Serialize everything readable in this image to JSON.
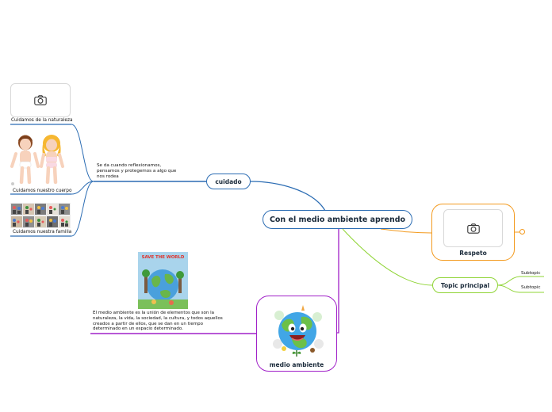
{
  "central_topic": "Con el medio ambiente aprendo",
  "cuidado": {
    "label": "cuidado",
    "description": "Se da cuando reflexionamos, pensamos y protegemos a algo que nos rodea",
    "children": [
      {
        "label": "Cuidamos de la naturaleza",
        "icon": "camera-icon"
      },
      {
        "label": "Cuidamos nuestro cuerpo",
        "icon": "children-illustration"
      },
      {
        "label": "Cuidamos nuestra familia",
        "icon": "family-photos"
      }
    ]
  },
  "respeto": {
    "label": "Respeto",
    "icon": "camera-icon"
  },
  "topic_principal": {
    "label": "Topic principal",
    "subtopics": [
      "Subtopic",
      "Subtopic"
    ]
  },
  "medio_ambiente": {
    "label": "medio ambiente",
    "description": "El medio ambiente es la unión de elementos que son la naturaleza, la vida, la sociedad, la cultura, y todos aquellos creados a partir de ellos, que se dan en un tiempo determinado en un espacio determinado.",
    "poster_text": "SAVE THE WORLD"
  },
  "colors": {
    "blue": "#2b6cb3",
    "orange": "#f39a1e",
    "green": "#8fd435",
    "purple": "#a020c8"
  }
}
